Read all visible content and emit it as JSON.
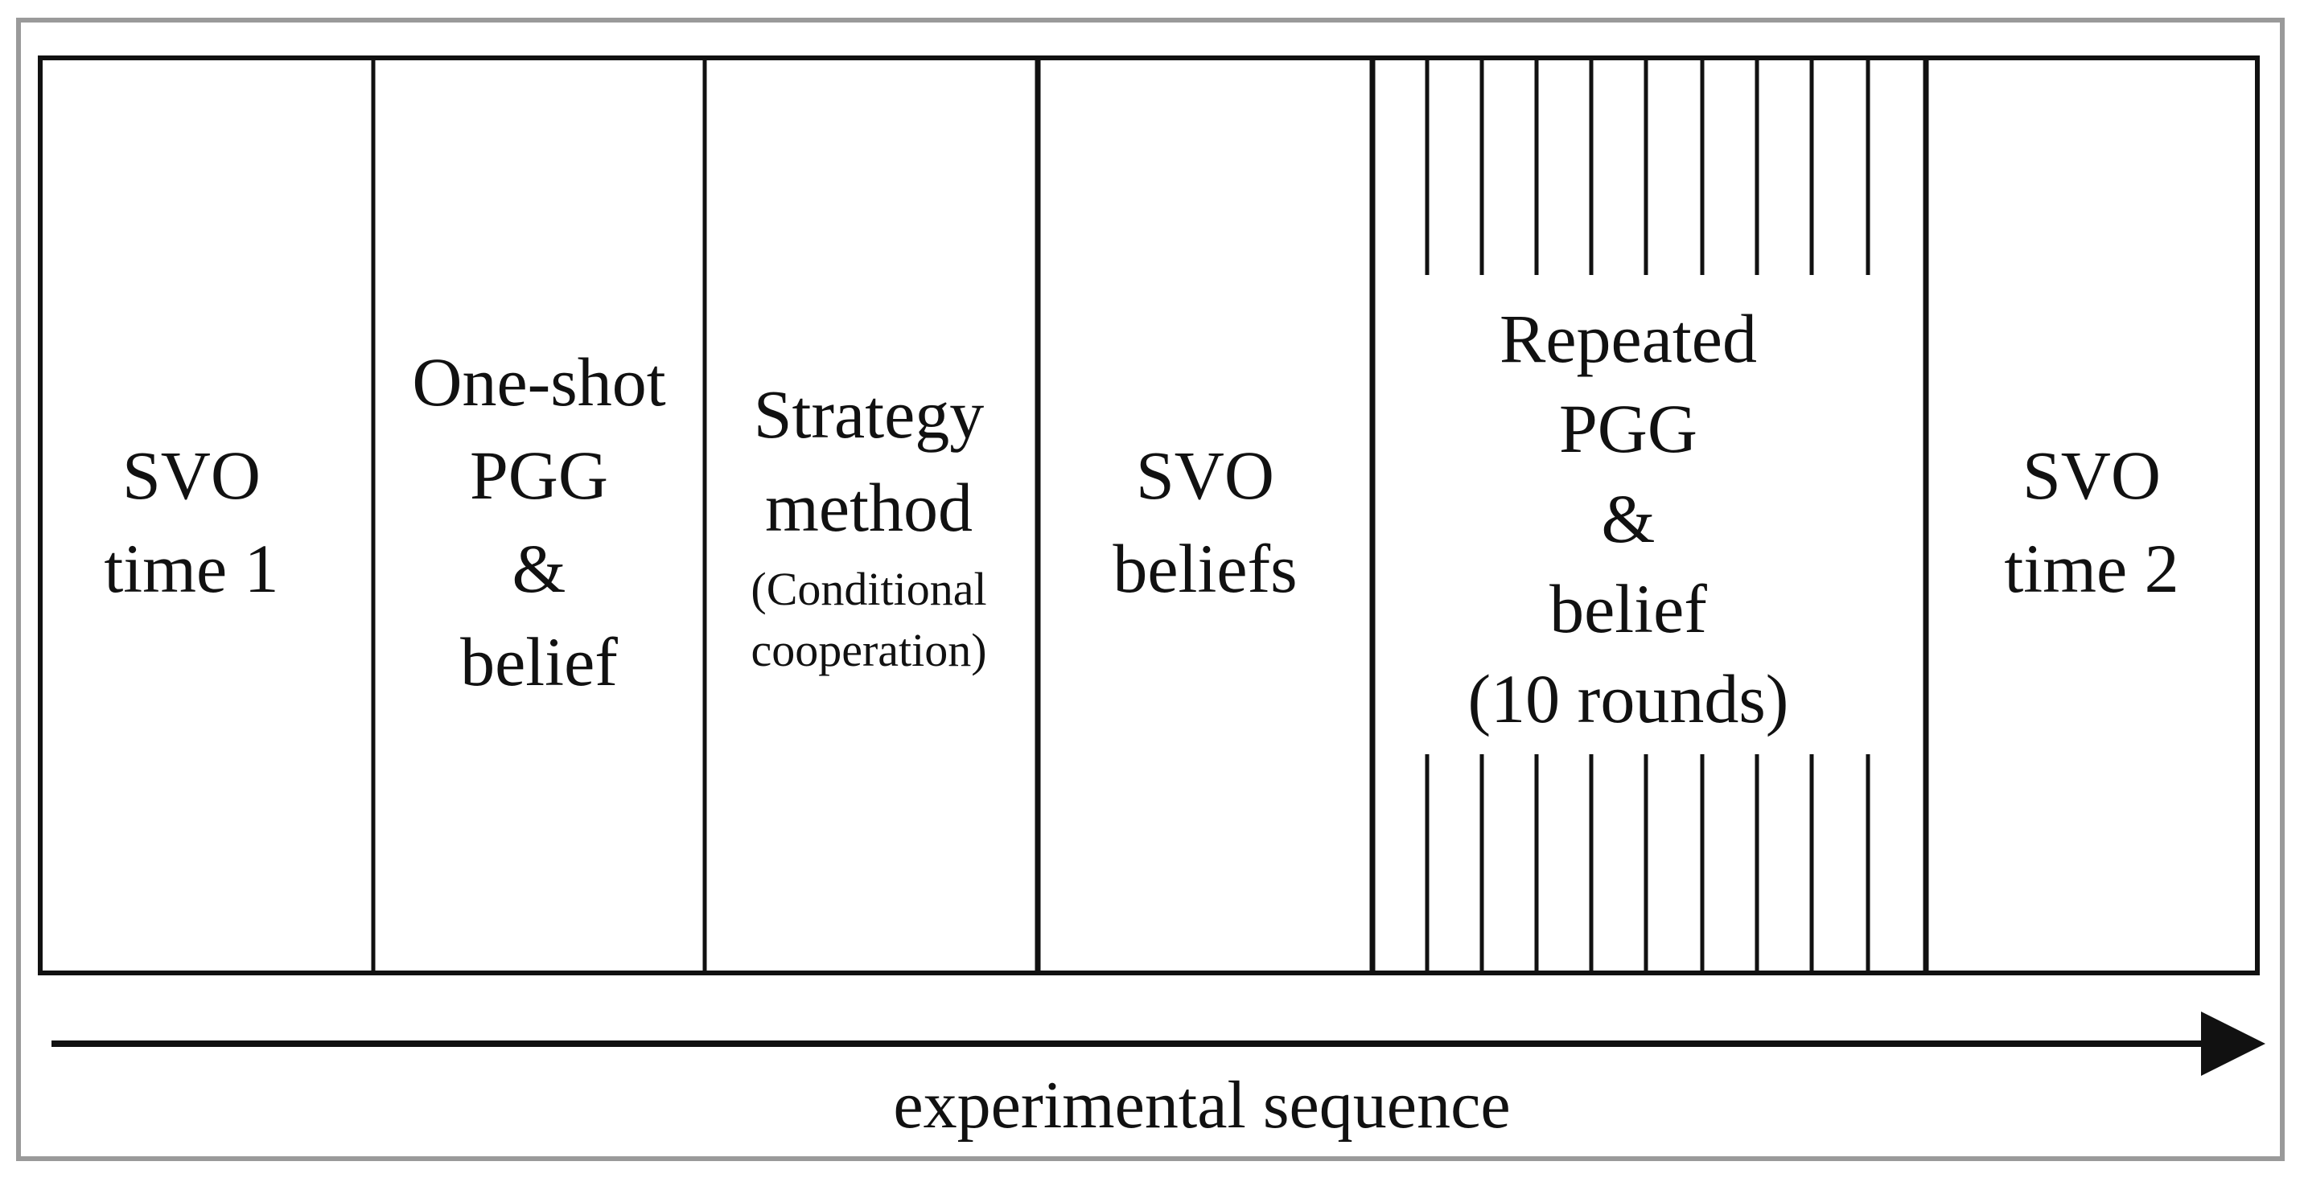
{
  "phases": [
    {
      "lines": [
        "SVO",
        "time 1"
      ],
      "small_lines": []
    },
    {
      "lines": [
        "One-shot",
        "PGG",
        "&",
        "belief"
      ],
      "small_lines": []
    },
    {
      "lines": [
        "Strategy",
        "method"
      ],
      "small_lines": [
        "(Conditional",
        "cooperation)"
      ]
    },
    {
      "lines": [
        "SVO",
        "beliefs"
      ],
      "small_lines": []
    },
    {
      "lines": [
        "Repeated",
        "PGG",
        "&",
        "belief",
        "(10 rounds)"
      ],
      "small_lines": []
    },
    {
      "lines": [
        "SVO",
        "time 2"
      ],
      "small_lines": []
    }
  ],
  "axis_label": "experimental sequence",
  "colors": {
    "frame": "#9a9a9a",
    "ink": "#111111"
  }
}
